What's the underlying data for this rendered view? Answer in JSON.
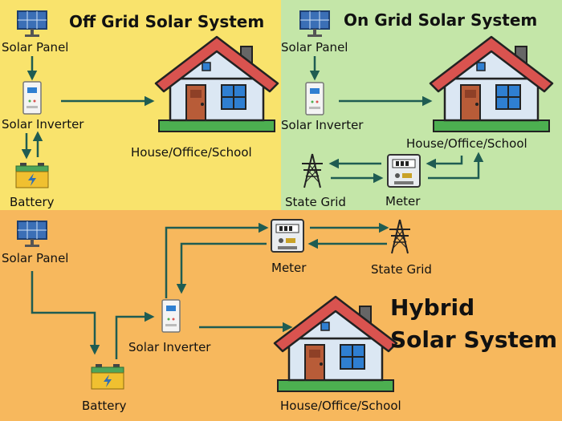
{
  "off_grid": {
    "title": "Off Grid  Solar System",
    "solar_panel": "Solar Panel",
    "solar_inverter": "Solar Inverter",
    "battery": "Battery",
    "house": "House/Office/School"
  },
  "on_grid": {
    "title": "On Grid  Solar System",
    "solar_panel": "Solar Panel",
    "solar_inverter": "Solar Inverter",
    "house": "House/Office/School",
    "state_grid": "State Grid",
    "meter": "Meter"
  },
  "hybrid": {
    "title_line1": "Hybrid",
    "title_line2": "Solar System",
    "solar_panel": "Solar Panel",
    "meter": "Meter",
    "state_grid": "State Grid",
    "solar_inverter": "Solar Inverter",
    "battery": "Battery",
    "house": "House/Office/School"
  },
  "colors": {
    "off_grid_bg": "#f9e36c",
    "on_grid_bg": "#c4e6a8",
    "hybrid_bg": "#f7b85d",
    "arrow": "#1f5c52",
    "roof": "#d9534f",
    "wall": "#dbe7f3",
    "door": "#b85c38",
    "window": "#2f7fd1",
    "grass": "#4caf50",
    "panel_blue": "#3b6fb6",
    "battery_body": "#f0c030",
    "battery_cap": "#4ea65a"
  }
}
